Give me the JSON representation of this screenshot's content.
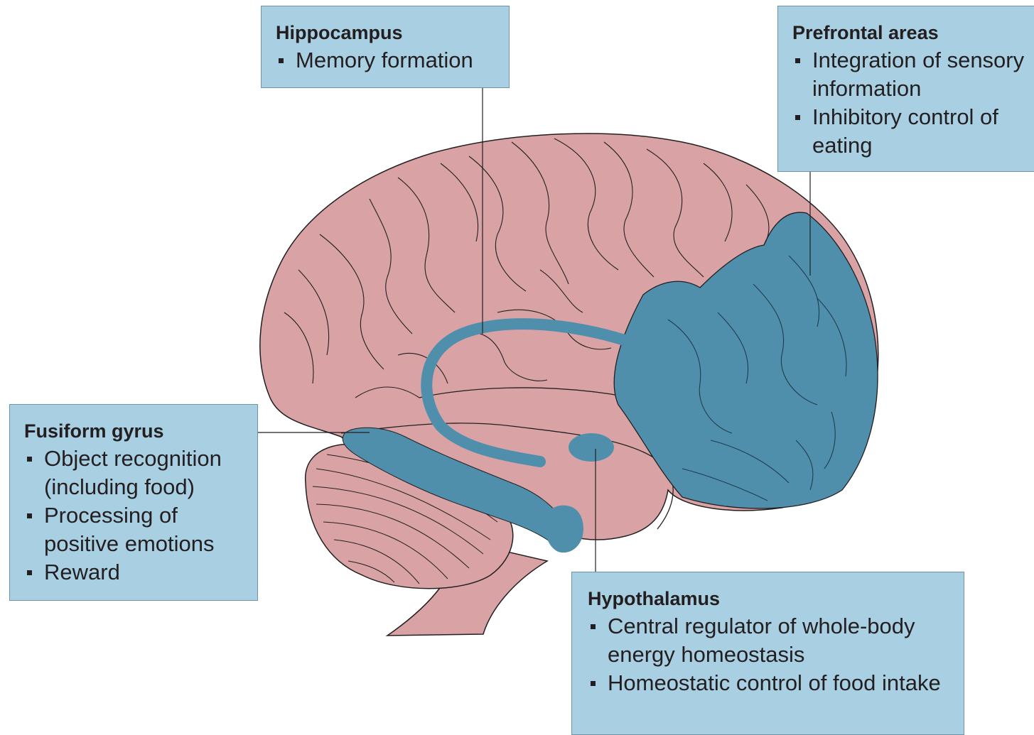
{
  "labels": {
    "hippocampus": {
      "title": "Hippocampus",
      "items": [
        "Memory formation"
      ]
    },
    "prefrontal": {
      "title": "Prefrontal areas",
      "items": [
        "Integration of sensory information",
        "Inhibitory control of eating"
      ]
    },
    "fusiform": {
      "title": "Fusiform gyrus",
      "items": [
        "Object recognition (including food)",
        "Processing of positive emotions",
        "Reward"
      ]
    },
    "hypothalamus": {
      "title": "Hypothalamus",
      "items": [
        "Central regulator of whole-body energy homeostasis",
        "Homeostatic control of food intake"
      ]
    }
  },
  "colors": {
    "brain_fill": "#d9a3a6",
    "highlight": "#4f8fac",
    "label_box": "#a9cfe3",
    "outline": "#231f20"
  }
}
